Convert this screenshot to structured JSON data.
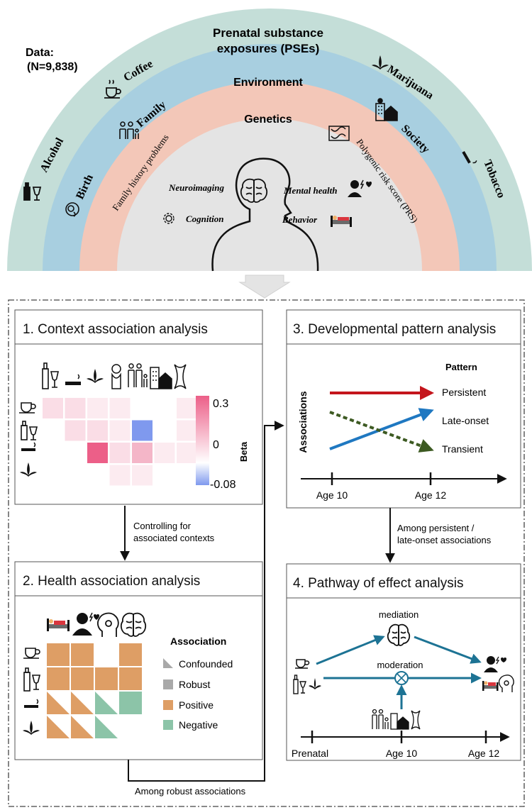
{
  "top": {
    "data_label": "Data:",
    "data_n": "(N=9,838)",
    "pse_line1": "Prenatal substance",
    "pse_line2": "exposures (PSEs)",
    "environment": "Environment",
    "genetics": "Genetics",
    "coffee": "Coffee",
    "marijuana": "Marijuana",
    "alcohol": "Alcohol",
    "tobacco": "Tobacco",
    "family": "Family",
    "society": "Society",
    "birth": "Birth",
    "family_history": "Family history problems",
    "prs": "Polygenic risk score (PRS)",
    "neuroimaging": "Neuroimaging",
    "mental_health": "Mental health",
    "cognition": "Cognition",
    "behavior": "Behavior"
  },
  "box1": {
    "title": "1. Context association analysis",
    "legend_title": "Beta",
    "legend_max": "0.3",
    "legend_mid": "0",
    "legend_min": "-0.08",
    "colors": {
      "pos_strong": "#ec5f88",
      "pos_mid": "#f4b6c8",
      "pos_light": "#fadde6",
      "pos_faint": "#fcebf0",
      "neg": "#7f99ee"
    },
    "heatmap": [
      [
        "pos_light",
        "pos_light",
        "pos_faint",
        "pos_faint",
        "",
        "",
        "pos_faint"
      ],
      [
        "",
        "pos_light",
        "pos_light",
        "pos_faint",
        "neg",
        "",
        "pos_faint"
      ],
      [
        "",
        "",
        "pos_strong",
        "pos_light",
        "pos_mid",
        "pos_faint",
        "pos_faint"
      ],
      [
        "",
        "",
        "",
        "pos_faint",
        "pos_faint",
        "",
        ""
      ]
    ]
  },
  "arrow1_label_line1": "Controlling for",
  "arrow1_label_line2": "associated contexts",
  "box2": {
    "title": "2. Health association analysis",
    "legend_title": "Association",
    "legend": [
      "Confounded",
      "Robust",
      "Positive",
      "Negative"
    ],
    "colors": {
      "positive": "#de9e65",
      "negative": "#8cc4a8",
      "robust": "#a9a9a9"
    },
    "grid": [
      [
        "full-positive",
        "full-positive",
        "",
        "full-positive"
      ],
      [
        "full-positive",
        "full-positive",
        "full-positive",
        "full-positive"
      ],
      [
        "tri-positive",
        "tri-positive",
        "tri-negative",
        "full-negative"
      ],
      [
        "tri-positive",
        "tri-positive",
        "tri-negative",
        ""
      ]
    ]
  },
  "bottom_label": "Among robust associations",
  "box3": {
    "title": "3. Developmental pattern analysis",
    "y_label": "Associations",
    "pattern_title": "Pattern",
    "persistent": "Persistent",
    "late_onset": "Late-onset",
    "transient": "Transient",
    "age10": "Age 10",
    "age12": "Age 12",
    "colors": {
      "persistent": "#c4151c",
      "late_onset": "#1f78c1",
      "transient": "#3d5a22"
    }
  },
  "arrow2_label_line1": "Among persistent /",
  "arrow2_label_line2": "late-onset associations",
  "box4": {
    "title": "4. Pathway of effect analysis",
    "mediation": "mediation",
    "moderation": "moderation",
    "prenatal": "Prenatal",
    "age10": "Age 10",
    "age12": "Age 12",
    "colors": {
      "arrow": "#1d7394"
    }
  }
}
